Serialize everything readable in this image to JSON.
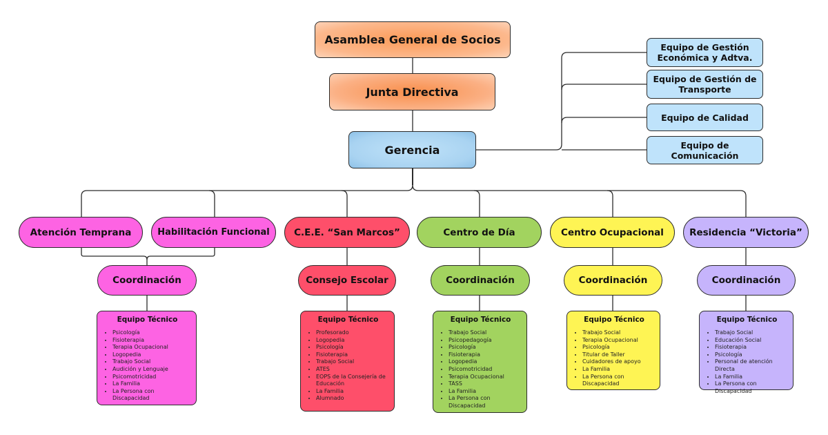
{
  "top": {
    "asamblea": "Asamblea General de Socios",
    "junta": "Junta Directiva",
    "gerencia": "Gerencia"
  },
  "side_teams": [
    "Equipo de Gestión Económica y Adtva.",
    "Equipo de Gestión de Transporte",
    "Equipo de Calidad",
    "Equipo de Comunicación"
  ],
  "centers": [
    {
      "name": "Atención Temprana",
      "color": "#fd63e3"
    },
    {
      "name": "Habilitación Funcional",
      "color": "#fd63e3"
    },
    {
      "name": "C.E.E. “San Marcos”",
      "color": "#fe4f6a"
    },
    {
      "name": "Centro de Día",
      "color": "#a2d35f"
    },
    {
      "name": "Centro Ocupacional",
      "color": "#fef454"
    },
    {
      "name": "Residencia “Victoria”",
      "color": "#c6b4fc"
    }
  ],
  "coordination": [
    {
      "label": "Coordinación",
      "color": "#fd63e3"
    },
    {
      "label": "Consejo Escolar",
      "color": "#fe4f6a"
    },
    {
      "label": "Coordinación",
      "color": "#a2d35f"
    },
    {
      "label": "Coordinación",
      "color": "#fef454"
    },
    {
      "label": "Coordinación",
      "color": "#c6b4fc"
    }
  ],
  "teams": [
    {
      "title": "Equipo Técnico",
      "items": [
        "Psicología",
        "Fisioterapia",
        "Terapia Ocupacional",
        "Logopedia",
        "Trabajo Social",
        "Audición y Lenguaje",
        "Psicomotricidad",
        "La Familia",
        "La Persona con Discapacidad"
      ]
    },
    {
      "title": "Equipo Técnico",
      "items": [
        "Profesorado",
        "Logopedia",
        "Psicología",
        "Fisioterapia",
        "Trabajo Social",
        "ATES",
        "EOPS de la Consejería de Educación",
        "La Familia",
        "Alumnado"
      ]
    },
    {
      "title": "Equipo Técnico",
      "items": [
        "Trabajo Social",
        "Psicopedagogía",
        "Psicología",
        "Fisioterapia",
        "Logopedia",
        "Psicomotricidad",
        "Terapia Ocupacional",
        "TASS",
        "La Familia",
        "La Persona con Discapacidad"
      ]
    },
    {
      "title": "Equipo Técnico",
      "items": [
        "Trabajo Social",
        "Terapia Ocupacional",
        "Psicología",
        "Titular de Taller",
        "Cuidadores de apoyo",
        "La Familia",
        "La Persona con Discapacidad"
      ]
    },
    {
      "title": "Equipo Técnico",
      "items": [
        "Trabajo Social",
        "Educación Social",
        "Fisioterapia",
        "Psicología",
        "Personal de atención Directa",
        "La Familia",
        "La Persona con Discapacidad"
      ]
    }
  ]
}
